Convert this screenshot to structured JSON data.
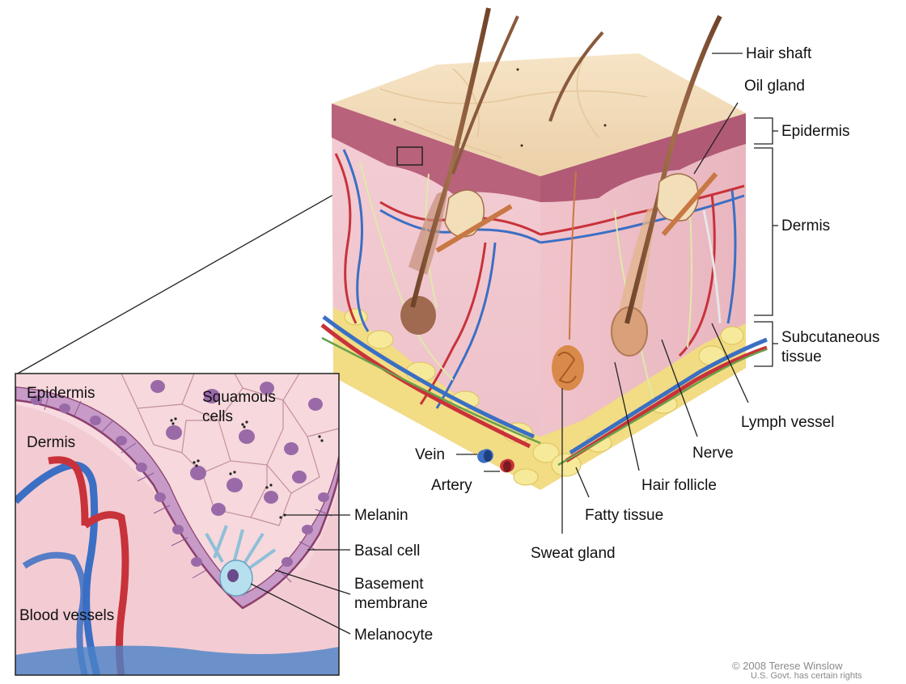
{
  "diagram": {
    "labels": {
      "hair_shaft": "Hair shaft",
      "oil_gland": "Oil gland",
      "epidermis": "Epidermis",
      "dermis": "Dermis",
      "subcutaneous": "Subcutaneous",
      "tissue": "tissue",
      "lymph_vessel": "Lymph vessel",
      "nerve": "Nerve",
      "hair_follicle": "Hair follicle",
      "fatty_tissue": "Fatty tissue",
      "sweat_gland": "Sweat gland",
      "vein": "Vein",
      "artery": "Artery"
    },
    "inset": {
      "epidermis": "Epidermis",
      "dermis": "Dermis",
      "squamous": "Squamous",
      "cells": "cells",
      "melanin": "Melanin",
      "basal_cell": "Basal cell",
      "basement": "Basement",
      "membrane": "membrane",
      "melanocyte": "Melanocyte",
      "blood_vessels": "Blood vessels"
    },
    "credit": {
      "line1": "© 2008 Terese Winslow",
      "line2": "U.S. Govt. has certain rights"
    }
  },
  "colors": {
    "skin_top": "#f3dcb8",
    "epidermis_band": "#b35a78",
    "dermis": "#f1c7cd",
    "fat": "#f4e27a",
    "vein": "#3b6fc4",
    "artery": "#c8323a",
    "hair": "#8a5a3c",
    "inset_bg": "#f7d6dc",
    "cell": "#9a6aa8"
  }
}
